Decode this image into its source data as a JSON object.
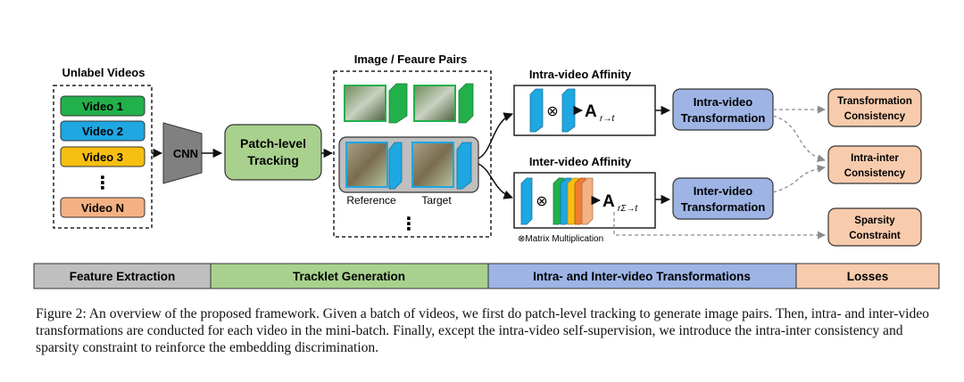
{
  "diagram": {
    "unlabel_title": "Unlabel Videos",
    "videos": [
      "Video 1",
      "Video 2",
      "Video 3",
      "Video N"
    ],
    "vertical_dots": "⋮",
    "cnn": "CNN",
    "patch_tracking": [
      "Patch-level",
      "Tracking"
    ],
    "pairs_title": "Image / Feaure Pairs",
    "reference": "Reference",
    "target": "Target",
    "intra_affinity_title": "Intra-video Affinity",
    "inter_affinity_title": "Inter-video Affinity",
    "otimes": "⊗",
    "affinity_A": "A",
    "intra_sub": "r→t",
    "inter_sub": "rΣ→t",
    "matrix_mult": "⊗Matrix Multiplication",
    "intra_transform": [
      "Intra-video",
      "Transformation"
    ],
    "inter_transform": [
      "Inter-video",
      "Transformation"
    ],
    "loss_transformation": [
      "Transformation",
      "Consistency"
    ],
    "loss_intra_inter": [
      "Intra-inter",
      "Consistency"
    ],
    "loss_sparsity": [
      "Sparsity",
      "Constraint"
    ],
    "stages": [
      "Feature Extraction",
      "Tracklet Generation",
      "Intra- and Inter-video Transformations",
      "Losses"
    ]
  },
  "colors": {
    "video_green": "#22b04b",
    "video_blue": "#1ea7e1",
    "video_yellow": "#f7bf11",
    "video_peach": "#f4b183",
    "box_green": "#a9d18e",
    "box_blue": "#9db4e5",
    "box_peach": "#f8cbad",
    "stage_gray": "#bfbfbf",
    "cnn_gray": "#808080"
  },
  "caption": "Figure 2: An overview of the proposed framework. Given a batch of videos, we first do patch-level tracking to generate image pairs. Then, intra- and inter-video transformations are conducted for each video in the mini-batch. Finally, except the intra-video self-supervision, we introduce the intra-inter consistency and sparsity constraint to reinforce the embedding discrimination."
}
